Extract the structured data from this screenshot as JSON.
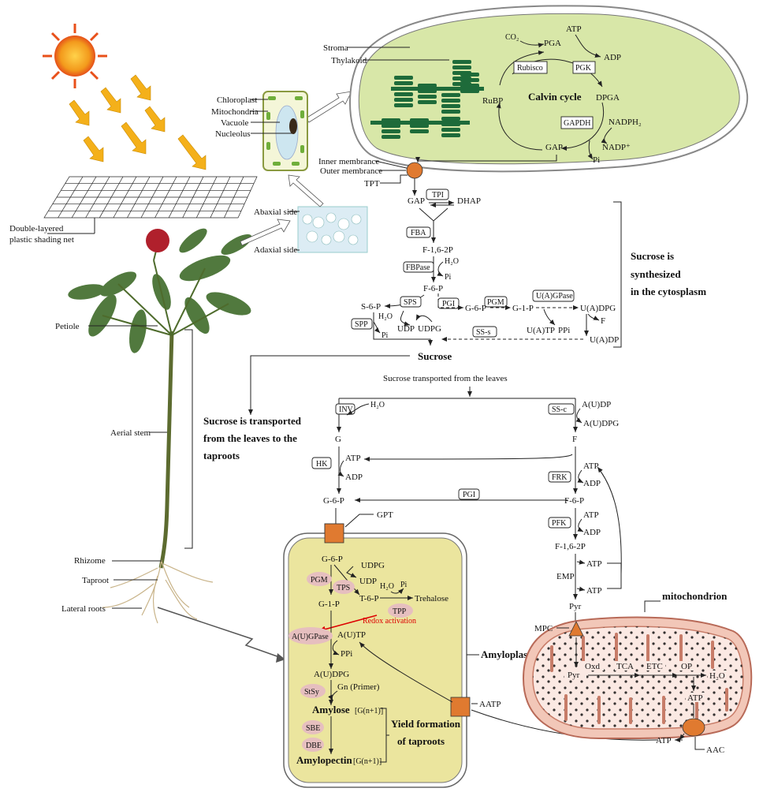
{
  "cell": {
    "chloroplast": "Chloroplast",
    "mitochondria": "Mitochondria",
    "vacuole": "Vacuole",
    "nucleolus": "Nucleolus"
  },
  "shading": {
    "line1": "Double-layered",
    "line2": "plastic shading net"
  },
  "leaf": {
    "abaxial": "Abaxial side",
    "adaxial": "Adaxial side"
  },
  "plant": {
    "petiole": "Petiole",
    "aerial_stem": "Aerial stem",
    "rhizome": "Rhizome",
    "taproot": "Taproot",
    "lateral_roots": "Lateral roots"
  },
  "chloro": {
    "stroma": "Stroma",
    "thylakoid": "Thylakoid",
    "inner": "Inner membrance",
    "outer": "Outer membrance",
    "tpt": "TPT",
    "calvin": "Calvin cycle",
    "co2": "CO₂",
    "pga": "PGA",
    "atp": "ATP",
    "adp": "ADP",
    "rubisco": "Rubisco",
    "pgk": "PGK",
    "dpga": "DPGA",
    "rubp": "RuBP",
    "gapdh": "GAPDH",
    "nadph": "NADPH₂",
    "nadp": "NADP⁺",
    "gap": "GAP",
    "pi": "Pi"
  },
  "cyto": {
    "gap": "GAP",
    "tpi": "TPI",
    "dhap": "DHAP",
    "fba": "FBA",
    "f16p": "F-1,6-2P",
    "fbpase": "FBPase",
    "h2o": "H₂O",
    "pi": "Pi",
    "f6p": "F-6-P",
    "s6p": "S-6-P",
    "sps": "SPS",
    "pgi": "PGI",
    "g6p": "G-6-P",
    "pgm": "PGM",
    "g1p": "G-1-P",
    "ugpase": "U(A)GPase",
    "udpg_r": "U(A)DPG",
    "udp": "UDP",
    "udpg": "UDPG",
    "spp": "SPP",
    "pi2": "Pi",
    "h2o2": "H₂O",
    "sss": "SS-s",
    "utp": "U(A)TP",
    "ppi": "PPi",
    "f": "F",
    "udp_r": "U(A)DP",
    "sucrose": "Sucrose"
  },
  "side": {
    "line1": "Sucrose is",
    "line2": "synthesized",
    "line3": "in the cytosplasm"
  },
  "transport": {
    "line1": "Sucrose is transported",
    "line2": "from the  leaves to the",
    "line3": "taproots"
  },
  "root": {
    "from_leaves": "Sucrose transported from the leaves",
    "inv": "INV",
    "h2o": "H₂O",
    "ssc": "SS-c",
    "adp": "A(U)DP",
    "adpg": "A(U)DPG",
    "g": "G",
    "f": "F",
    "hk": "HK",
    "atp": "ATP",
    "adp2": "ADP",
    "g6p": "G-6-P",
    "pgi": "PGI",
    "f6p": "F-6-P",
    "frk": "FRK",
    "pfk": "PFK",
    "f16p": "F-1,6-2P",
    "emp": "EMP",
    "pyr": "Pyr",
    "gpt": "GPT",
    "mpc": "MPC"
  },
  "amylo": {
    "title": "Amyloplast",
    "g6p": "G-6-P",
    "udpg": "UDPG",
    "udp": "UDP",
    "pgm": "PGM",
    "tps": "TPS",
    "h2o": "H₂O",
    "pi": "Pi",
    "t6p": "T-6-P",
    "trehalose": "Trehalose",
    "g1p": "G-1-P",
    "tpp": "TPP",
    "redox": "Redox activation",
    "agpase": "A(U)GPase",
    "atp": "A(U)TP",
    "ppi": "PPi",
    "adpg": "A(U)DPG",
    "stsy": "StSy",
    "gn": "Gn (Primer)",
    "amylose": "Amylose",
    "amylose_sub": "[G(n+1)]",
    "sbe": "SBE",
    "dbe": "DBE",
    "amylopectin": "Amylopectin",
    "amylopectin_sub": "[G(n+1)]",
    "yield1": "Yield formation",
    "yield2": "of taproots",
    "aatp": "AATP"
  },
  "mito": {
    "title": "mitochondrion",
    "pyr": "Pyr",
    "oxd": "Oxd",
    "tca": "TCA",
    "etc": "ETC",
    "op": "OP",
    "h2o": "H₂O",
    "atp": "ATP",
    "atp_out": "ATP",
    "aac": "AAC"
  },
  "colors": {
    "chloroplast_fill": "#d8e7a8",
    "thylakoid": "#1e6b3a",
    "amyloplast_fill": "#ebe59e",
    "mito_fill": "#f6d9d0",
    "mito_edge": "#d48a78",
    "orange": "#e07a30",
    "pill": "#e6bfbf",
    "arrow_sun": "#f4b01a",
    "redox": "#dd0000"
  }
}
